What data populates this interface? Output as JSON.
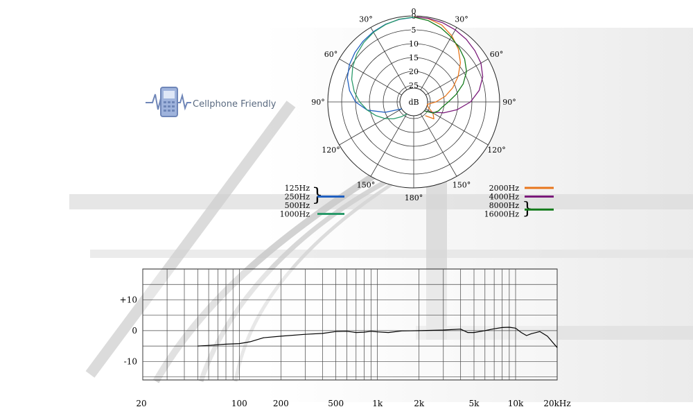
{
  "badge": {
    "label": "Cellphone Friendly",
    "icon": "cellphone-icon",
    "color": "#6f86b8"
  },
  "chart_data": [
    {
      "type": "polar",
      "unit_label": "dB",
      "radial_ticks": [
        0,
        5,
        10,
        15,
        20,
        25
      ],
      "radial_ticks_top": [
        "0"
      ],
      "angle_labels": [
        {
          "deg": 30,
          "text": "30°"
        },
        {
          "deg": 60,
          "text": "60°"
        },
        {
          "deg": 90,
          "text": "90°"
        },
        {
          "deg": 120,
          "text": "120°"
        },
        {
          "deg": 150,
          "text": "150°"
        },
        {
          "deg": 180,
          "text": "180°"
        },
        {
          "deg": -30,
          "text": "30°"
        },
        {
          "deg": -60,
          "text": "60°"
        },
        {
          "deg": -90,
          "text": "90°"
        },
        {
          "deg": -120,
          "text": "120°"
        },
        {
          "deg": -150,
          "text": "150°"
        }
      ],
      "left_legend": {
        "groups": [
          {
            "labels": [
              "125Hz",
              "250Hz",
              "500Hz"
            ],
            "color": "#1f5fc0"
          },
          {
            "labels": [
              "1000Hz"
            ],
            "color": "#2a9a6a"
          }
        ]
      },
      "right_legend": {
        "groups": [
          {
            "labels": [
              "2000Hz"
            ],
            "color": "#e8761c"
          },
          {
            "labels": [
              "4000Hz"
            ],
            "color": "#7a1a7a"
          },
          {
            "labels": [
              "8000Hz",
              "16000Hz"
            ],
            "color": "#137a1a"
          }
        ]
      },
      "series": [
        {
          "side": "left",
          "color": "#1f5fc0",
          "angles": [
            0,
            10,
            20,
            30,
            40,
            50,
            60,
            70,
            80,
            90,
            100,
            110,
            120
          ],
          "db": [
            0.5,
            0.8,
            1.2,
            1.8,
            2.5,
            3.3,
            4.2,
            5.5,
            7.5,
            10.0,
            14.0,
            20.0,
            26.0
          ]
        },
        {
          "side": "left",
          "color": "#2a9a6a",
          "angles": [
            0,
            10,
            20,
            30,
            40,
            50,
            60,
            70,
            80,
            90,
            100,
            110,
            120,
            130,
            140,
            150
          ],
          "db": [
            0.4,
            0.7,
            1.3,
            2.0,
            3.0,
            4.2,
            5.6,
            7.2,
            9.2,
            11.5,
            14.0,
            16.5,
            19.0,
            21.5,
            24.0,
            26.0
          ]
        },
        {
          "side": "right",
          "color": "#e8761c",
          "angles": [
            0,
            10,
            20,
            30,
            40,
            50,
            60,
            70,
            80,
            90,
            100,
            110,
            120,
            130,
            140
          ],
          "db": [
            0.2,
            0.5,
            1.5,
            3.5,
            6.0,
            9.0,
            12.5,
            16.0,
            19.5,
            23.0,
            26.0,
            25.5,
            23.0,
            21.5,
            24.5
          ]
        },
        {
          "side": "right",
          "color": "#7a1a7a",
          "angles": [
            0,
            10,
            20,
            30,
            40,
            50,
            60,
            70,
            80,
            90,
            100,
            110,
            120,
            130
          ],
          "db": [
            0.3,
            0.4,
            0.6,
            1.0,
            1.5,
            2.2,
            3.0,
            4.5,
            7.0,
            10.5,
            15.0,
            19.5,
            23.5,
            26.0
          ]
        },
        {
          "side": "right",
          "color": "#137a1a",
          "angles": [
            0,
            10,
            20,
            30,
            40,
            50,
            60,
            70,
            80,
            90,
            100,
            110,
            120,
            130
          ],
          "db": [
            0.4,
            1.2,
            2.5,
            4.0,
            5.5,
            7.0,
            9.0,
            12.0,
            15.5,
            18.5,
            20.5,
            21.5,
            23.0,
            26.0
          ]
        }
      ]
    },
    {
      "type": "line",
      "x_scale": "log",
      "xlim": [
        20,
        20000
      ],
      "ylim": [
        -16,
        20
      ],
      "y_ticks": [
        {
          "value": 10,
          "label": "+10"
        },
        {
          "value": 0,
          "label": "0"
        },
        {
          "value": -10,
          "label": "-10"
        }
      ],
      "x_ticks": [
        {
          "value": 20,
          "label": "20"
        },
        {
          "value": 100,
          "label": "100"
        },
        {
          "value": 200,
          "label": "200"
        },
        {
          "value": 500,
          "label": "500"
        },
        {
          "value": 1000,
          "label": "1k"
        },
        {
          "value": 2000,
          "label": "2k"
        },
        {
          "value": 5000,
          "label": "5k"
        },
        {
          "value": 10000,
          "label": "10k"
        },
        {
          "value": 20000,
          "label": "20kHz"
        }
      ],
      "series": [
        {
          "color": "#000000",
          "x": [
            50,
            60,
            80,
            100,
            120,
            150,
            200,
            300,
            400,
            500,
            600,
            700,
            800,
            900,
            1000,
            1200,
            1500,
            2000,
            3000,
            4000,
            4500,
            5000,
            6000,
            7000,
            8000,
            9000,
            10000,
            11000,
            12000,
            13000,
            15000,
            17000,
            20000
          ],
          "y": [
            -5.0,
            -4.8,
            -4.4,
            -4.2,
            -3.6,
            -2.3,
            -1.8,
            -1.2,
            -0.9,
            -0.3,
            -0.2,
            -0.6,
            -0.5,
            -0.2,
            -0.4,
            -0.6,
            -0.1,
            0.0,
            0.2,
            0.5,
            -0.6,
            -0.6,
            0.0,
            0.6,
            1.0,
            1.1,
            0.8,
            -0.6,
            -1.6,
            -1.0,
            -0.3,
            -1.8,
            -5.5
          ]
        }
      ]
    }
  ]
}
